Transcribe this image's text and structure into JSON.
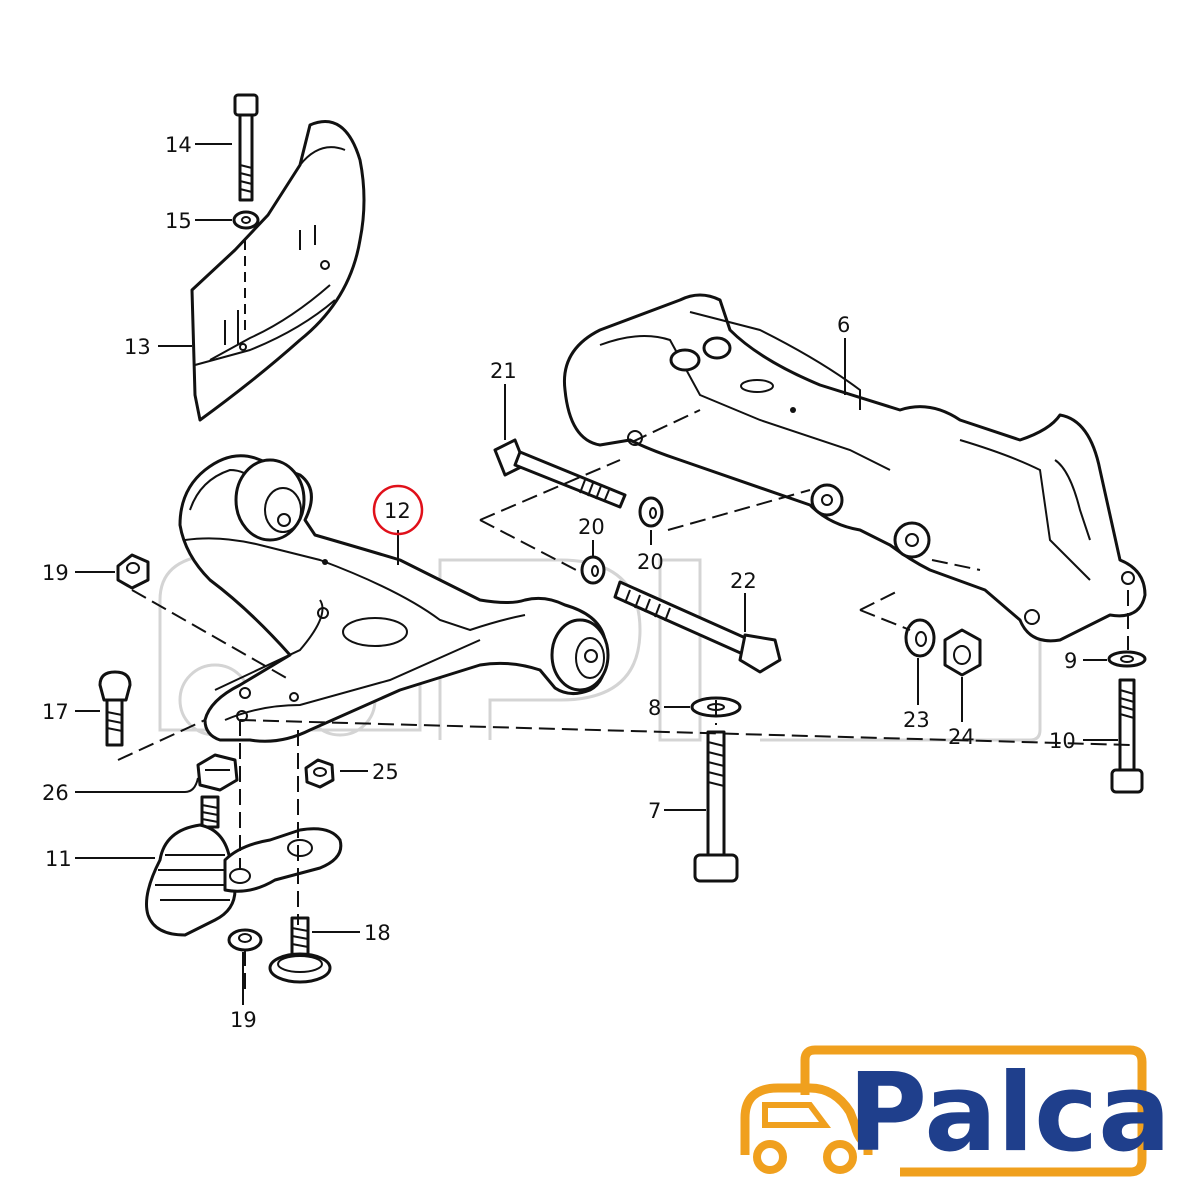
{
  "callouts": [
    {
      "id": "c14",
      "text": "14"
    },
    {
      "id": "c15",
      "text": "15"
    },
    {
      "id": "c13",
      "text": "13"
    },
    {
      "id": "c21",
      "text": "21"
    },
    {
      "id": "c6",
      "text": "6"
    },
    {
      "id": "c12",
      "text": "12",
      "highlighted": true
    },
    {
      "id": "c20a",
      "text": "20"
    },
    {
      "id": "c20b",
      "text": "20"
    },
    {
      "id": "c22",
      "text": "22"
    },
    {
      "id": "c19a",
      "text": "19"
    },
    {
      "id": "c17",
      "text": "17"
    },
    {
      "id": "c26",
      "text": "26"
    },
    {
      "id": "c25",
      "text": "25"
    },
    {
      "id": "c11",
      "text": "11"
    },
    {
      "id": "c18",
      "text": "18"
    },
    {
      "id": "c19b",
      "text": "19"
    },
    {
      "id": "c8",
      "text": "8"
    },
    {
      "id": "c7",
      "text": "7"
    },
    {
      "id": "c23",
      "text": "23"
    },
    {
      "id": "c24",
      "text": "24"
    },
    {
      "id": "c9",
      "text": "9"
    },
    {
      "id": "c10",
      "text": "10"
    }
  ],
  "highlight_color": "#e0101a",
  "logo": {
    "text": "Palca",
    "text_color": "#1f3f8c",
    "icon": "truck-icon",
    "icon_color": "#f0a01e"
  }
}
